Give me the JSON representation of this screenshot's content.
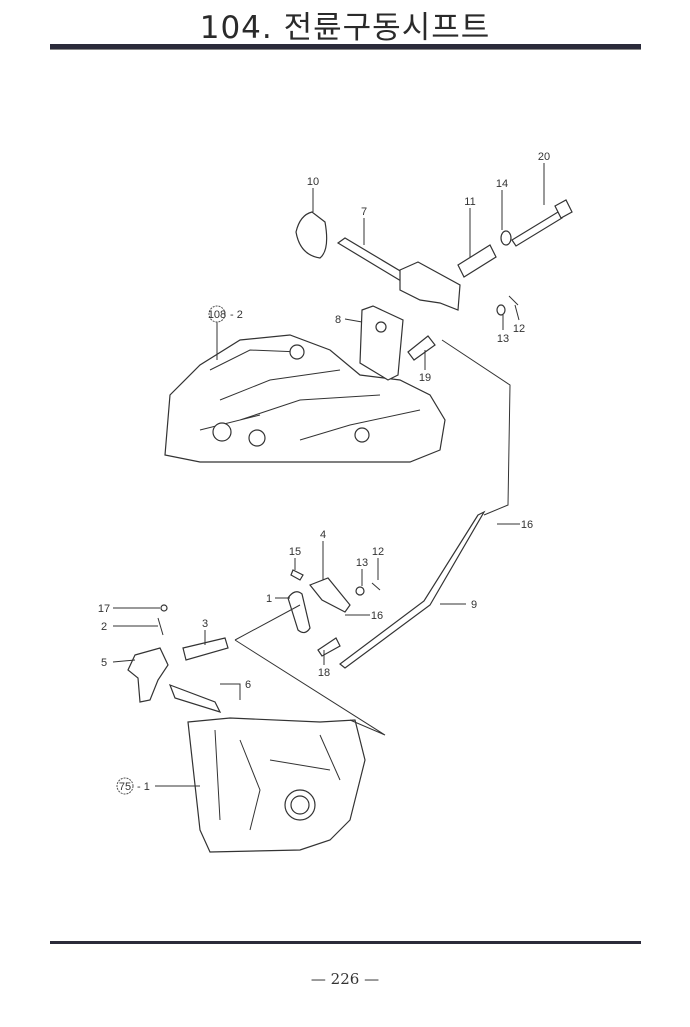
{
  "page": {
    "title": "104. 전륜구동시프트",
    "page_number": "— 226 —"
  },
  "callouts": {
    "c10": "10",
    "c7": "7",
    "c11": "11",
    "c14": "14",
    "c20": "20",
    "c108": "108",
    "c108_suffix": "- 2",
    "c8": "8",
    "c13a": "13",
    "c12a": "12",
    "c19": "19",
    "c16a": "16",
    "c15": "15",
    "c4": "4",
    "c13b": "13",
    "c12b": "12",
    "c1": "1",
    "c17": "17",
    "c2": "2",
    "c3": "3",
    "c5": "5",
    "c16b": "16",
    "c9": "9",
    "c18": "18",
    "c6": "6",
    "c75": "75",
    "c75_suffix": "- 1"
  }
}
